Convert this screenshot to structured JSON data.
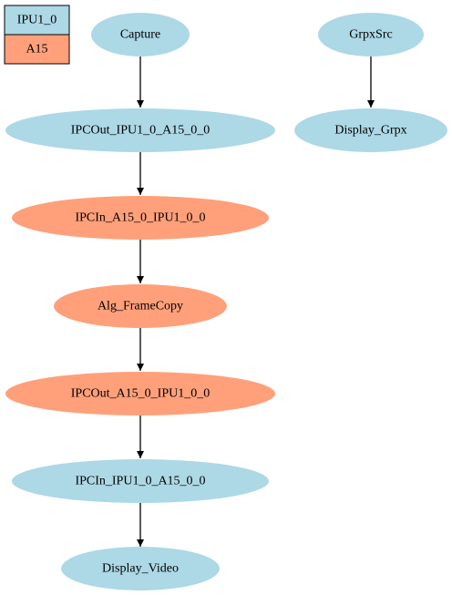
{
  "colors": {
    "ipu1_0": "#add8e6",
    "a15": "#ffa07a",
    "edge": "#000000"
  },
  "legend": {
    "items": [
      {
        "label": "IPU1_0",
        "color_key": "ipu1_0"
      },
      {
        "label": "A15",
        "color_key": "a15"
      }
    ]
  },
  "nodes": [
    {
      "id": "capture",
      "label": "Capture",
      "core": "ipu1_0"
    },
    {
      "id": "ipcout_ipu1",
      "label": "IPCOut_IPU1_0_A15_0_0",
      "core": "ipu1_0"
    },
    {
      "id": "ipcin_a15",
      "label": "IPCIn_A15_0_IPU1_0_0",
      "core": "a15"
    },
    {
      "id": "alg_framecopy",
      "label": "Alg_FrameCopy",
      "core": "a15"
    },
    {
      "id": "ipcout_a15",
      "label": "IPCOut_A15_0_IPU1_0_0",
      "core": "a15"
    },
    {
      "id": "ipcin_ipu1",
      "label": "IPCIn_IPU1_0_A15_0_0",
      "core": "ipu1_0"
    },
    {
      "id": "display_video",
      "label": "Display_Video",
      "core": "ipu1_0"
    },
    {
      "id": "grpxsrc",
      "label": "GrpxSrc",
      "core": "ipu1_0"
    },
    {
      "id": "display_grpx",
      "label": "Display_Grpx",
      "core": "ipu1_0"
    }
  ],
  "edges": [
    {
      "from": "capture",
      "to": "ipcout_ipu1"
    },
    {
      "from": "ipcout_ipu1",
      "to": "ipcin_a15"
    },
    {
      "from": "ipcin_a15",
      "to": "alg_framecopy"
    },
    {
      "from": "alg_framecopy",
      "to": "ipcout_a15"
    },
    {
      "from": "ipcout_a15",
      "to": "ipcin_ipu1"
    },
    {
      "from": "ipcin_ipu1",
      "to": "display_video"
    },
    {
      "from": "grpxsrc",
      "to": "display_grpx"
    }
  ]
}
